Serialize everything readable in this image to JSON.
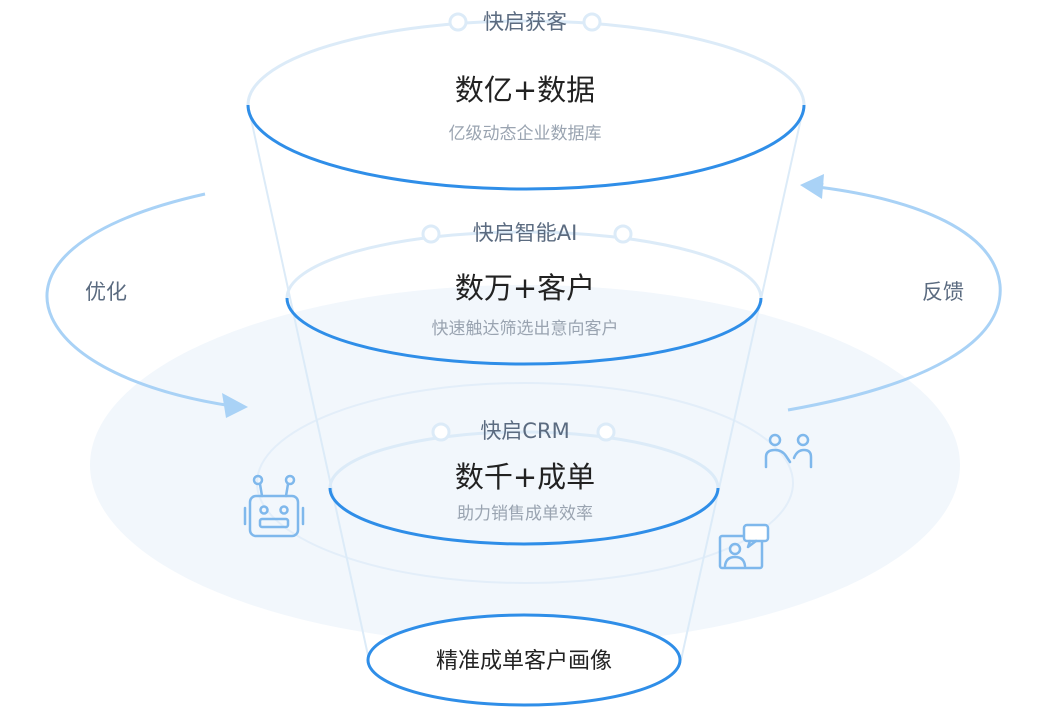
{
  "colors": {
    "primary": "#2f8ee8",
    "light_line": "#dcebf8",
    "arrow": "#a9d2f6",
    "icon": "#7fb8ec",
    "halo": "#f2f7fc",
    "title": "#222222",
    "subtitle": "#9aa4b1",
    "tag": "#5b6b80"
  },
  "funnel": {
    "stages": [
      {
        "tag": "快启获客",
        "title": "数亿+数据",
        "subtitle": "亿级动态企业数据库"
      },
      {
        "tag": "快启智能AI",
        "title": "数万+客户",
        "subtitle": "快速触达筛选出意向客户"
      },
      {
        "tag": "快启CRM",
        "title": "数千+成单",
        "subtitle": "助力销售成单效率"
      }
    ],
    "bottom_label": "精准成单客户画像"
  },
  "cycle": {
    "left_label": "优化",
    "right_label": "反馈"
  },
  "icons": [
    "robot-icon",
    "people-icon",
    "video-chat-icon"
  ]
}
